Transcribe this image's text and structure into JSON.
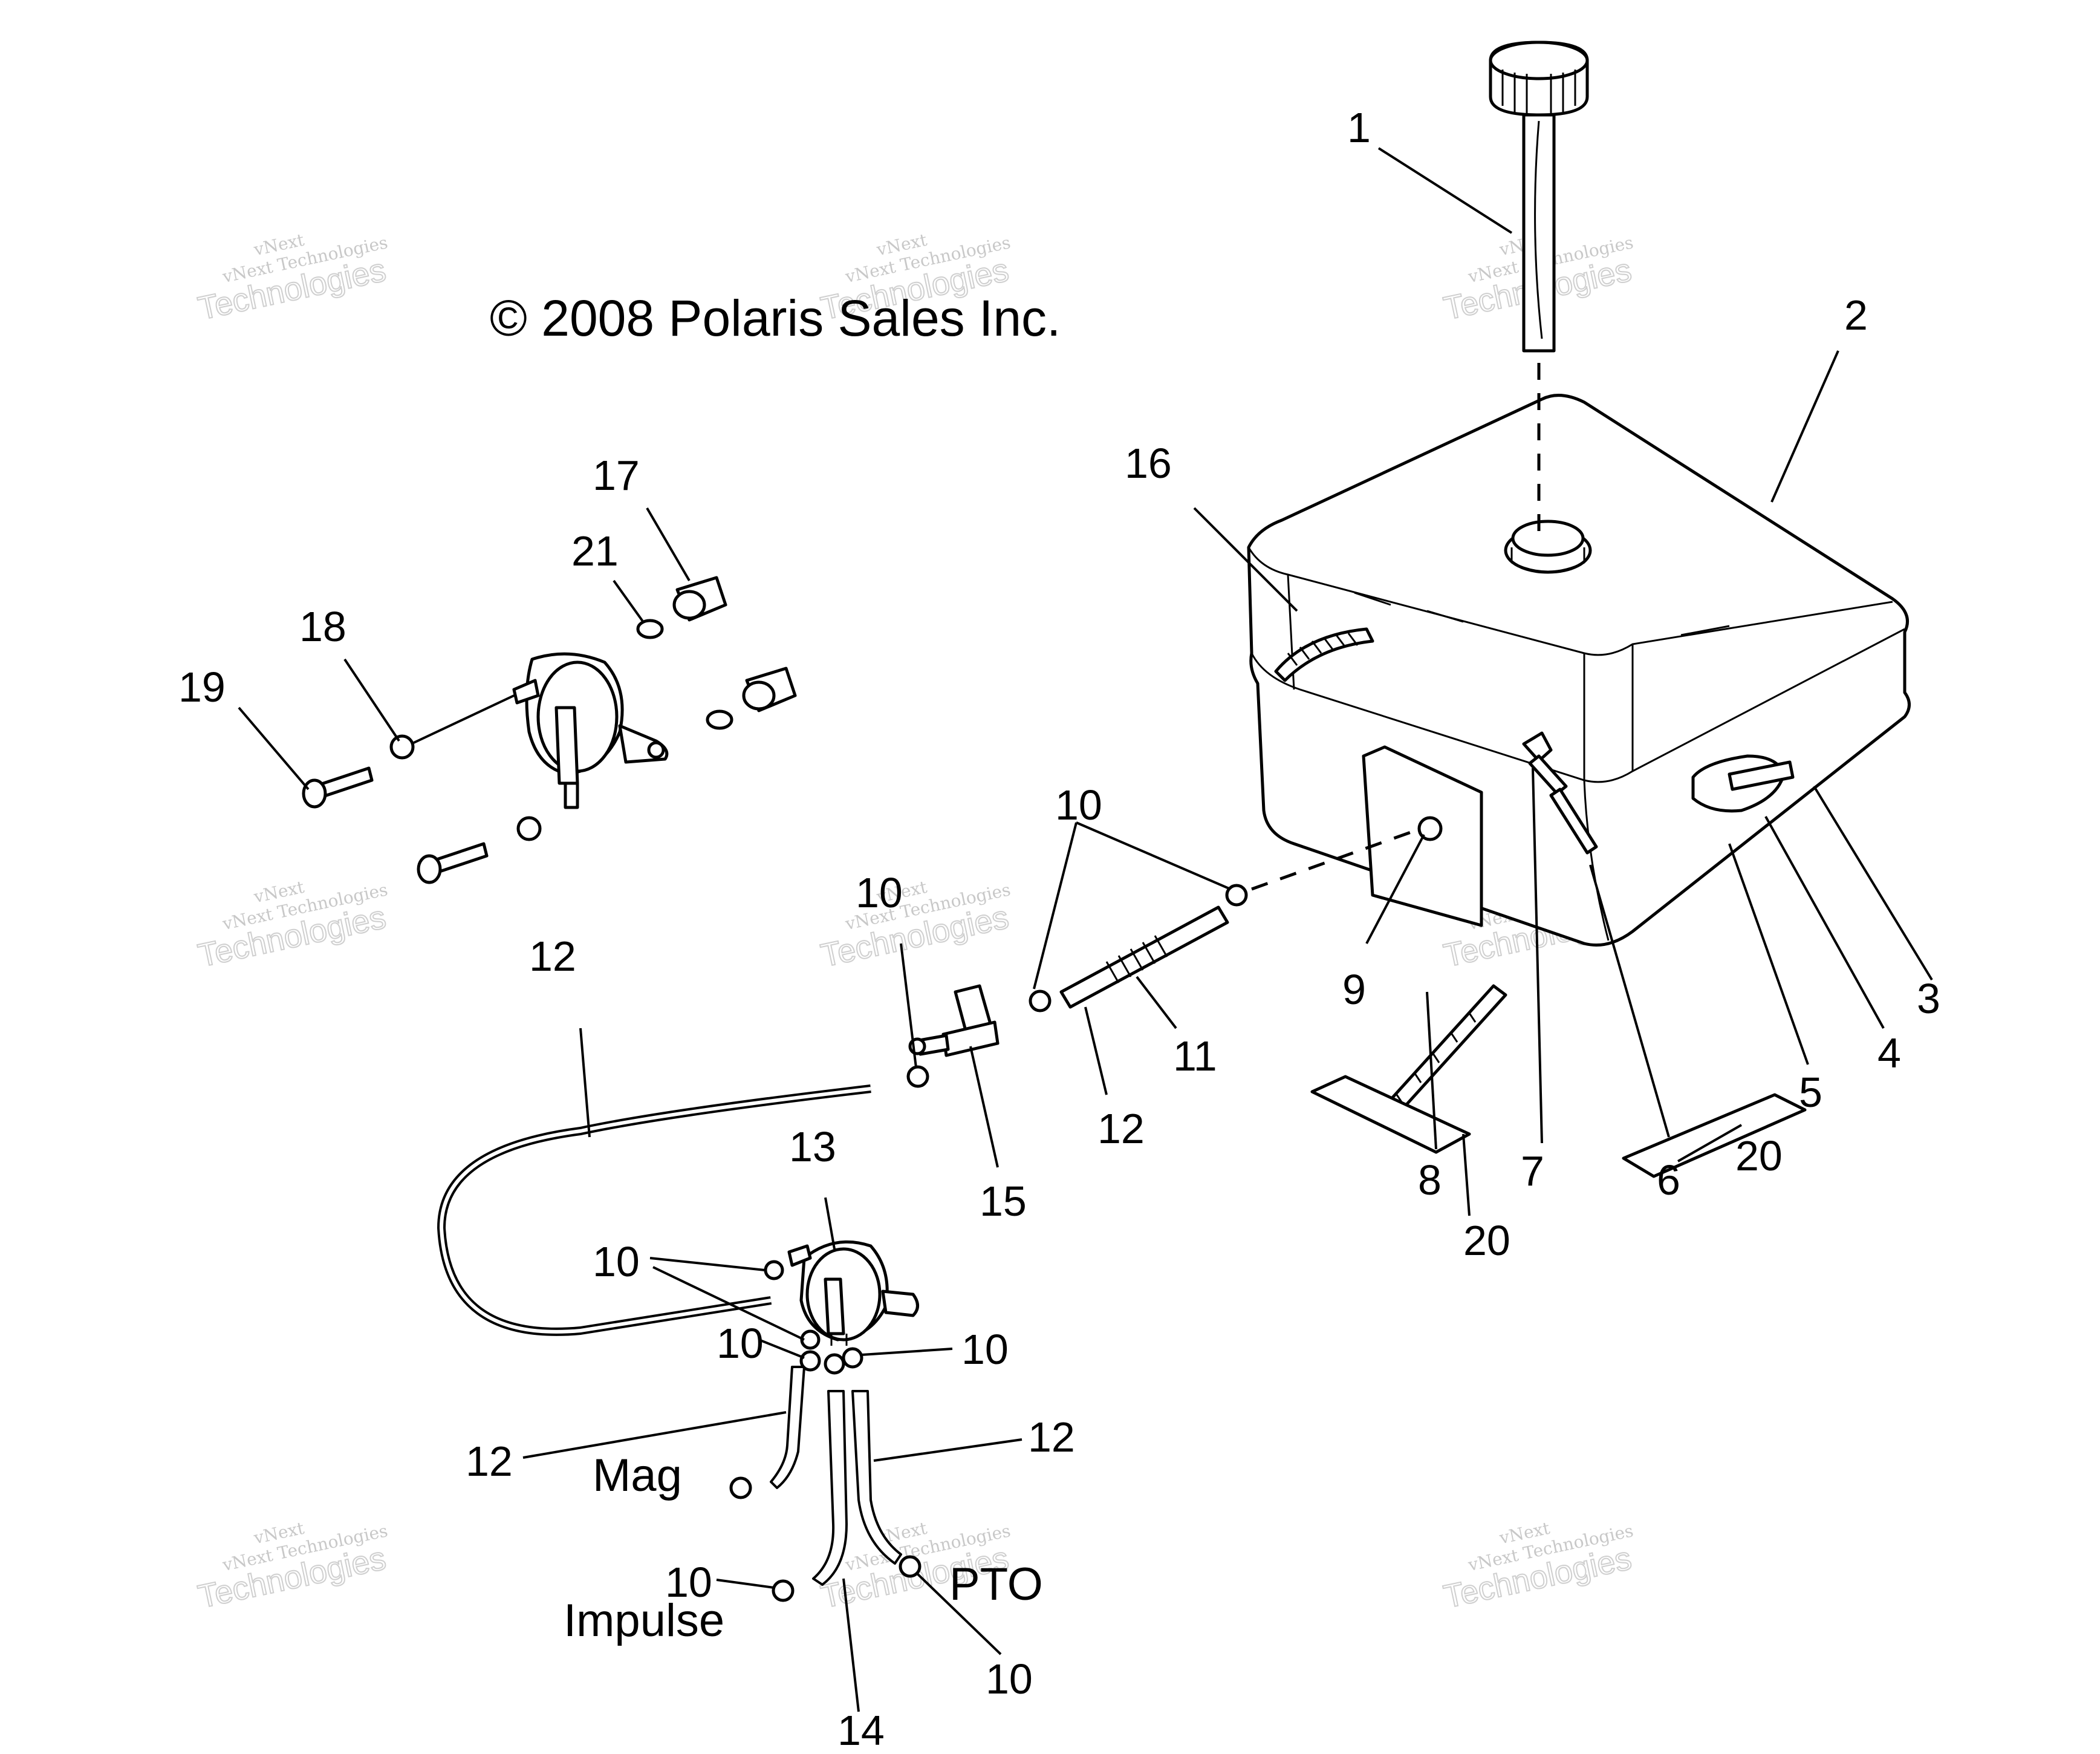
{
  "copyright": "© 2008 Polaris Sales Inc.",
  "watermark": {
    "line1": "vNext",
    "line2": "vNext Technologies",
    "line3": "Technologies"
  },
  "callouts": {
    "c1": "1",
    "c2": "2",
    "c3": "3",
    "c4": "4",
    "c5": "5",
    "c6": "6",
    "c7": "7",
    "c8": "8",
    "c9": "9",
    "c10a": "10",
    "c10b": "10",
    "c10c": "10",
    "c10d": "10",
    "c10e": "10",
    "c10f": "10",
    "c10g": "10",
    "c11": "11",
    "c12a": "12",
    "c12b": "12",
    "c12c": "12",
    "c12d": "12",
    "c13": "13",
    "c14": "14",
    "c15": "15",
    "c16": "16",
    "c17": "17",
    "c18": "18",
    "c19": "19",
    "c20a": "20",
    "c20b": "20",
    "c21": "21"
  },
  "ports": {
    "mag": "Mag",
    "pto": "PTO",
    "impulse": "Impulse"
  }
}
